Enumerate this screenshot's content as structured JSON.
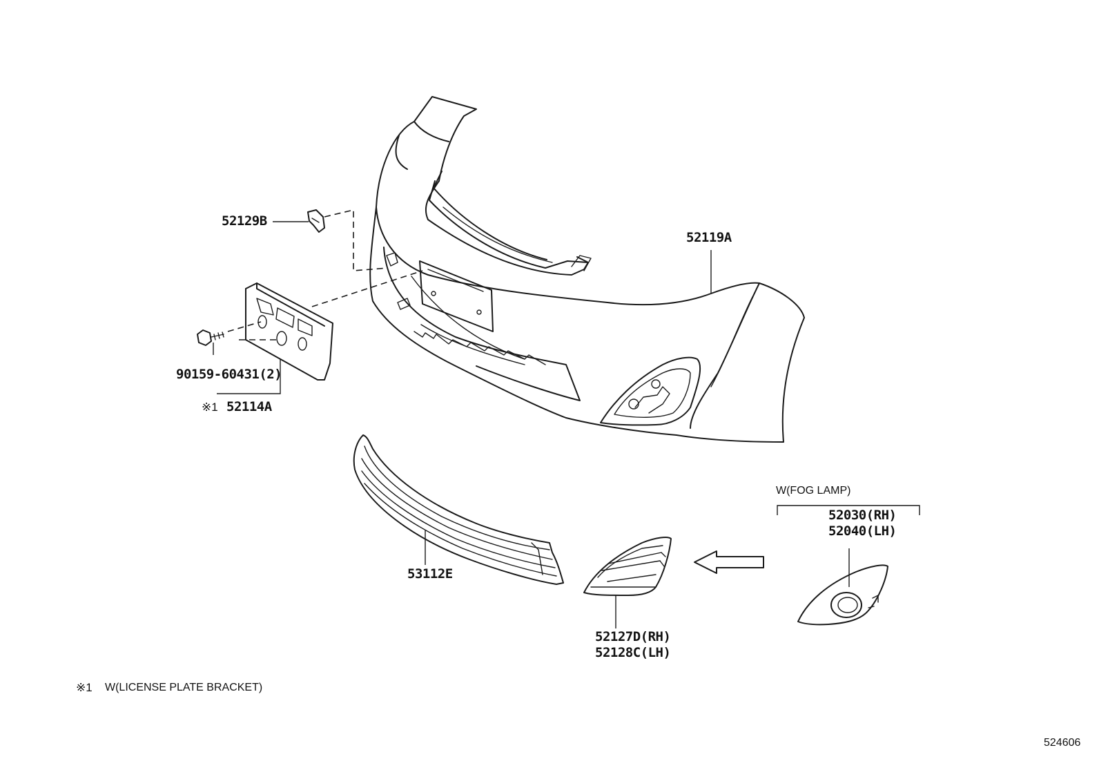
{
  "labels": {
    "bracket_clip": "52129B",
    "bumper_cover": "52119A",
    "bolt": "90159-60431(2)",
    "license_marker": "※1",
    "license_bracket": "52114A",
    "lower_grille": "53112E",
    "fog_cover_rh": "52127D(RH)",
    "fog_cover_lh": "52128C(LH)",
    "fog_condition": "W(FOG LAMP)",
    "fog_lamp_rh": "52030(RH)",
    "fog_lamp_lh": "52040(LH)"
  },
  "footnote": {
    "marker": "※1",
    "text": "W(LICENSE PLATE BRACKET)"
  },
  "diagram_id": "524606"
}
